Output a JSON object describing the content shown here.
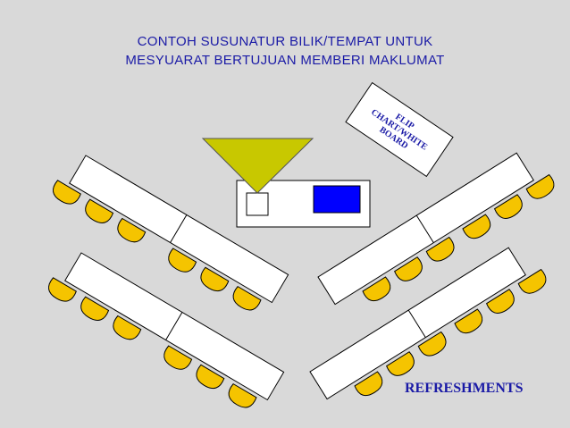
{
  "title": {
    "line1": "CONTOH SUSUNATUR BILIK/TEMPAT UNTUK",
    "line2": "MESYUARAT BERTUJUAN MEMBERI MAKLUMAT"
  },
  "flip_chart": {
    "line1": "FLIP",
    "line2": "CHART/WHITE",
    "line3": "BOARD"
  },
  "refreshments_label": "REFRESHMENTS",
  "colors": {
    "background": "#d9d9d9",
    "text": "#1a1aa6",
    "chair": "#f5c400",
    "projector_beam": "#c8c800",
    "screen": "#0000ff",
    "table": "#ffffff"
  }
}
